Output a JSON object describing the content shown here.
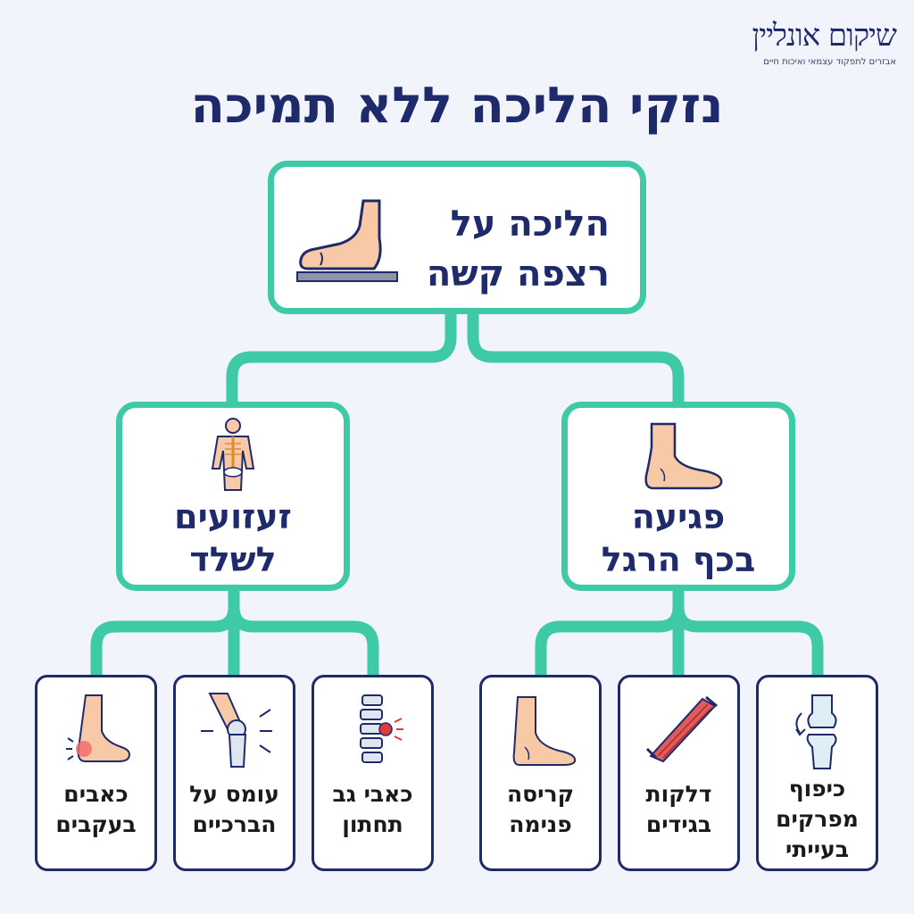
{
  "logo": {
    "name": "שיקום אונליין",
    "tagline": "אבזרים לתפקוד עצמאי ואיכות חיים"
  },
  "title": "נזקי הליכה ללא תמיכה",
  "root": {
    "line1": "הליכה על",
    "line2": "רצפה קשה",
    "icon": "foot-on-floor-icon"
  },
  "branches": [
    {
      "line1": "זעזועים",
      "line2": "לשלד",
      "icon": "skeleton-icon",
      "children": [
        {
          "line1": "כאבים",
          "line2": "בעקבים",
          "line3": "",
          "icon": "heel-pain-icon"
        },
        {
          "line1": "עומס על",
          "line2": "הברכיים",
          "line3": "",
          "icon": "knee-joint-icon"
        },
        {
          "line1": "כאבי גב",
          "line2": "תחתון",
          "line3": "",
          "icon": "spine-icon"
        }
      ]
    },
    {
      "line1": "פגיעה",
      "line2": "בכף הרגל",
      "icon": "foot-icon",
      "children": [
        {
          "line1": "קריסה",
          "line2": "פנימה",
          "line3": "",
          "icon": "foot-arch-icon"
        },
        {
          "line1": "דלקות",
          "line2": "בגידים",
          "line3": "",
          "icon": "tendon-icon"
        },
        {
          "line1": "כיפוף",
          "line2": "מפרקים",
          "line3": "בעייתי",
          "icon": "joint-icon"
        }
      ]
    }
  ]
}
